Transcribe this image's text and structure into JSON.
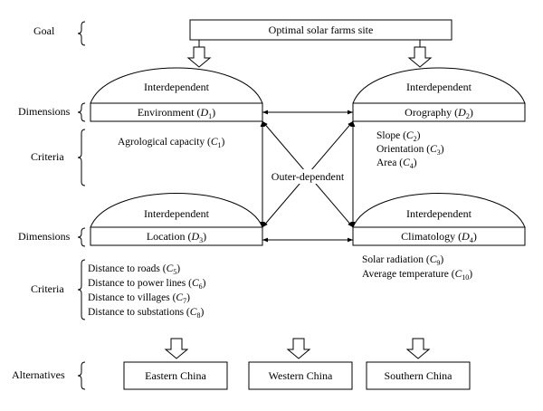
{
  "levels": {
    "goal": "Goal",
    "dimensions_top": "Dimensions",
    "criteria_top": "Criteria",
    "dimensions_bottom": "Dimensions",
    "criteria_bottom": "Criteria",
    "alternatives": "Alternatives"
  },
  "goal_box": "Optimal solar farms site",
  "arc_label": "Interdependent",
  "outer_label": "Outer-dependent",
  "dimensions": [
    {
      "name": "Environment",
      "sym": "D",
      "sub": "1"
    },
    {
      "name": "Orography",
      "sym": "D",
      "sub": "2"
    },
    {
      "name": "Location",
      "sym": "D",
      "sub": "3"
    },
    {
      "name": "Climatology",
      "sym": "D",
      "sub": "4"
    }
  ],
  "criteria": {
    "environment": [
      {
        "name": "Agrological capacity",
        "sym": "C",
        "sub": "1"
      }
    ],
    "orography": [
      {
        "name": "Slope",
        "sym": "C",
        "sub": "2"
      },
      {
        "name": "Orientation",
        "sym": "C",
        "sub": "3"
      },
      {
        "name": "Area",
        "sym": "C",
        "sub": "4"
      }
    ],
    "location": [
      {
        "name": "Distance to roads",
        "sym": "C",
        "sub": "5"
      },
      {
        "name": "Distance to power lines",
        "sym": "C",
        "sub": "6"
      },
      {
        "name": "Distance to villages",
        "sym": "C",
        "sub": "7"
      },
      {
        "name": "Distance to substations",
        "sym": "C",
        "sub": "8"
      }
    ],
    "climatology": [
      {
        "name": "Solar radiation",
        "sym": "C",
        "sub": "9"
      },
      {
        "name": "Average temperature",
        "sym": "C",
        "sub": "10"
      }
    ]
  },
  "alternatives": [
    "Eastern China",
    "Western China",
    "Southern China"
  ]
}
